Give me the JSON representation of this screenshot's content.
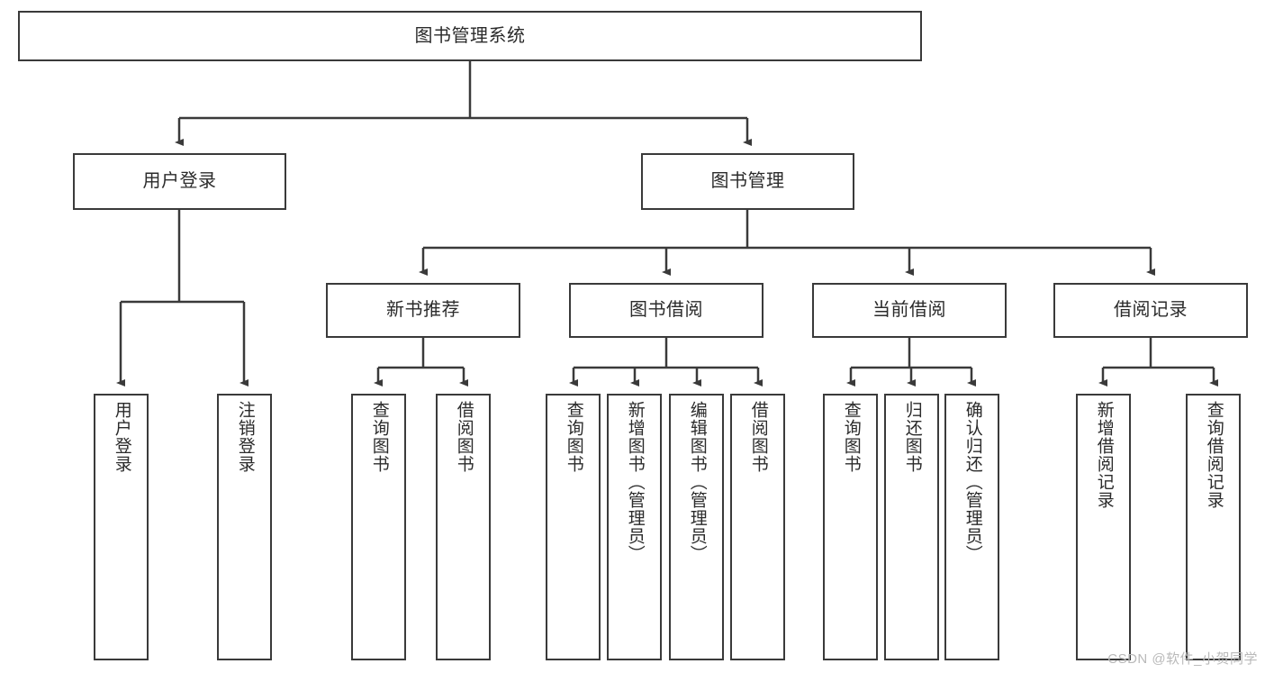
{
  "diagram": {
    "type": "tree",
    "title": "图书管理系统",
    "line_color": "#3a3a3a",
    "box_fill": "#ffffff",
    "text_color": "#2b2b2b",
    "watermark": "CSDN @软件_小贺同学",
    "nodes": {
      "root": {
        "label": "图书管理系统"
      },
      "level2": [
        {
          "label": "用户登录"
        },
        {
          "label": "图书管理"
        }
      ],
      "level3": [
        {
          "label": "新书推荐"
        },
        {
          "label": "图书借阅"
        },
        {
          "label": "当前借阅"
        },
        {
          "label": "借阅记录"
        }
      ],
      "leaves": {
        "user_login": [
          {
            "label": "用户登录"
          },
          {
            "label": "注销登录"
          }
        ],
        "new_book": [
          {
            "label": "查询图书"
          },
          {
            "label": "借阅图书"
          }
        ],
        "book_borrow": [
          {
            "label": "查询图书"
          },
          {
            "label": "新增图书（管理员）"
          },
          {
            "label": "编辑图书（管理员）"
          },
          {
            "label": "借阅图书"
          }
        ],
        "current_borrow": [
          {
            "label": "查询图书"
          },
          {
            "label": "归还图书"
          },
          {
            "label": "确认归还（管理员）"
          }
        ],
        "borrow_record": [
          {
            "label": "新增借阅记录"
          },
          {
            "label": "查询借阅记录"
          }
        ]
      }
    }
  }
}
